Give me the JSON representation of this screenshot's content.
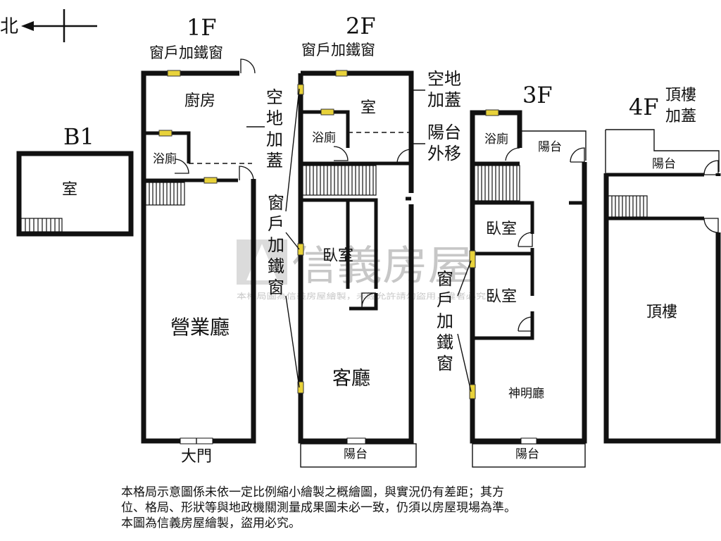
{
  "compass": {
    "north": "北"
  },
  "floors": {
    "b1": "B1",
    "f1": "1F",
    "f2": "2F",
    "f3": "3F",
    "f4": "4F"
  },
  "b1": {
    "room": "室"
  },
  "f1": {
    "window_top": "窗戶加鐵窗",
    "kitchen": "廚房",
    "bath": "浴廁",
    "side_c1": "空",
    "side_c2": "地",
    "side_c3": "加",
    "side_c4": "蓋",
    "hall": "營業廳",
    "door": "大門"
  },
  "f2": {
    "window_top": "窗戶加鐵窗",
    "room": "室",
    "bath": "浴廁",
    "annot_addon_1": "空地",
    "annot_addon_2": "加蓋",
    "annot_balcony_1": "陽台",
    "annot_balcony_2": "外移",
    "win_c1": "窗",
    "win_c2": "戶",
    "win_c3": "加",
    "win_c4": "鐵",
    "win_c5": "窗",
    "bedroom": "臥室",
    "living": "客廳",
    "balcony": "陽台"
  },
  "f3": {
    "bath": "浴廁",
    "balcony_top": "陽台",
    "bedroom_1": "臥室",
    "bedroom_2": "臥室",
    "win_c1": "窗",
    "win_c2": "戶",
    "win_c3": "加",
    "win_c4": "鐵",
    "win_c5": "窗",
    "shrine": "神明廳",
    "balcony": "陽台"
  },
  "f4": {
    "annot_1": "頂樓",
    "annot_2": "加蓋",
    "balcony": "陽台",
    "roof": "頂樓"
  },
  "watermark": {
    "brand": "信義房屋",
    "line": "本格局圖為信義房屋繪製，未經允許請勿盜用，違者必究"
  },
  "note": {
    "line1": "本格局示意圖係未依一定比例縮小繪製之概繪圖，與實況仍有差距；其方",
    "line2": "位、格局、形狀等與地政機關測量成果圖未必一致，仍須以房屋現場為準。",
    "line3": "本圖為信義房屋繪製，盜用必究。"
  },
  "colors": {
    "wall": "#111111",
    "window": "#e8d23a",
    "watermark": "#9a9a9a"
  }
}
